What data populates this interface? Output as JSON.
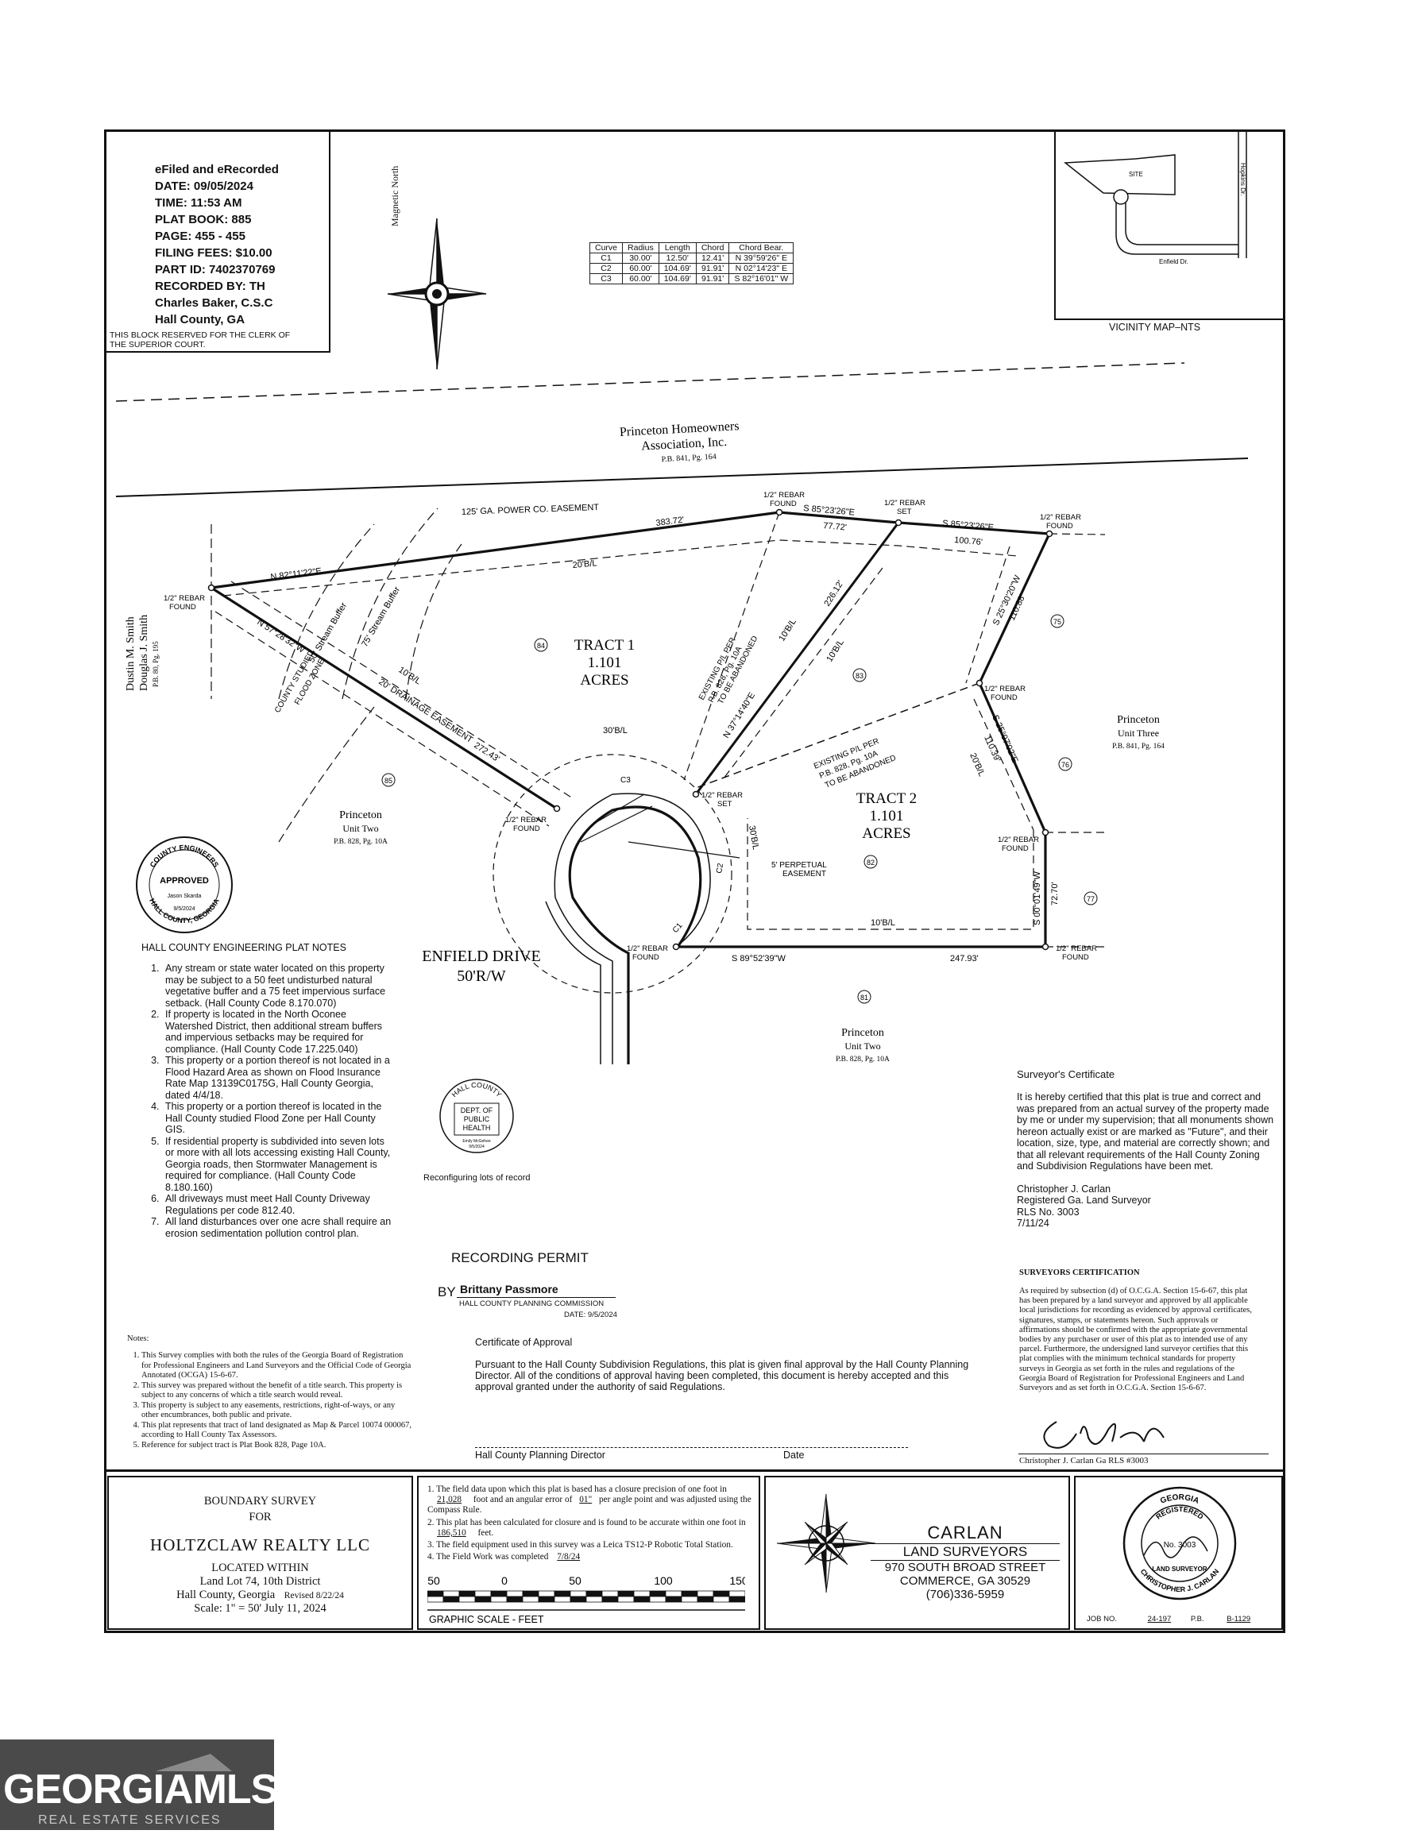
{
  "recording": {
    "lines": [
      "eFiled and eRecorded",
      "DATE: 09/05/2024",
      "TIME: 11:53 AM",
      "PLAT BOOK: 885",
      "PAGE: 455 - 455",
      "FILING FEES: $10.00",
      "PART ID: 7402370769",
      "RECORDED BY: TH",
      "Charles Baker, C.S.C",
      "Hall County, GA"
    ],
    "reserved": "THIS BLOCK RESERVED FOR THE CLERK OF THE SUPERIOR COURT."
  },
  "north_label": "Magnetic North",
  "curve_table": {
    "headers": [
      "Curve",
      "Radius",
      "Length",
      "Chord",
      "Chord Bear."
    ],
    "rows": [
      [
        "C1",
        "30.00'",
        "12.50'",
        "12.41'",
        "N 39°59'26\" E"
      ],
      [
        "C2",
        "60.00'",
        "104.69'",
        "91.91'",
        "N 02°14'23\" E"
      ],
      [
        "C3",
        "60.00'",
        "104.69'",
        "91.91'",
        "S 82°16'01\" W"
      ]
    ]
  },
  "vicinity": {
    "title": "VICINITY MAP–NTS",
    "site": "SITE",
    "road1": "Enfield Dr.",
    "road2": "Hopkins Dr."
  },
  "plat": {
    "hoa": [
      "Princeton Homeowners",
      "Association, Inc.",
      "P.B. 841, Pg. 164"
    ],
    "power_easement": "125' GA. POWER CO. EASEMENT",
    "tract1": [
      "TRACT 1",
      "1.101",
      "ACRES"
    ],
    "tract2": [
      "TRACT 2",
      "1.101",
      "ACRES"
    ],
    "lot_numbers": [
      "84",
      "83",
      "85",
      "82",
      "75",
      "76",
      "77",
      "81"
    ],
    "bearings": {
      "n82": "N 82°11'22\"E",
      "d38372": "383.72'",
      "s85a": "S 85°23'26\"E",
      "d7772": "77.72'",
      "s85b": "S 85°23'26\"E",
      "d10076": "100.76'",
      "s25a": "S 25°30'20\"W",
      "d11088": "110.88'",
      "s25b": "S 25°07'02\"E",
      "d11039": "110.39'",
      "s00": "S 00°01'49\"W",
      "d7270": "72.70'",
      "s89": "S 89°52'39\"W",
      "d24793": "247.93'",
      "n57": "N 57°28'32\"W",
      "d27243": "272.43'",
      "n37": "N 37°14'40\"E",
      "d22612": "226.12'"
    },
    "labels": {
      "rebar_found": [
        "1/2\" REBAR",
        "FOUND"
      ],
      "rebar_set": [
        "1/2\" REBAR",
        "SET"
      ],
      "bl20": "20'B/L",
      "bl10": "10'B/L",
      "bl30": "30'B/L",
      "drainage": "20' DRAINAGE EASEMENT",
      "stream1": "50' Stream Buffer",
      "stream2": "75' Stream Buffer",
      "flood": [
        "COUNTY STUDIED",
        "FLOOD ZONE"
      ],
      "existing1": [
        "EXISTING P/L PER",
        "P.B. 828, Pg. 10A",
        "TO BE ABANDONED"
      ],
      "existing2": [
        "EXISTING P/L PER",
        "P.B. 828, Pg. 10A",
        "TO BE ABANDONED"
      ],
      "perpetual": [
        "5' PERPETUAL",
        "EASEMENT"
      ],
      "smith": [
        "Dustin M. Smith",
        "Douglas J. Smith",
        "P.B. 80, Pg. 195"
      ],
      "princeton_u2_a": [
        "Princeton",
        "Unit Two",
        "P.B. 828, Pg. 10A"
      ],
      "princeton_u2_b": [
        "Princeton",
        "Unit Two",
        "P.B. 828, Pg. 10A"
      ],
      "princeton_u3": [
        "Princeton",
        "Unit Three",
        "P.B. 841, Pg. 164"
      ],
      "enfield": [
        "ENFIELD DRIVE",
        "50'R/W"
      ],
      "c1": "C1",
      "c2": "C2",
      "c3": "C3"
    }
  },
  "stamp_engineers": {
    "ring_top": "COUNTY ENGINEERS",
    "ring_bottom": "HALL COUNTY, GEORGIA",
    "approved": "APPROVED",
    "name": "Jason Skarda",
    "date": "9/5/2024"
  },
  "eng_notes": {
    "title": "HALL COUNTY ENGINEERING PLAT NOTES",
    "items": [
      "Any stream or state water located on this property may be subject to a 50 feet undisturbed natural vegetative buffer and a 75 feet impervious surface setback. (Hall County Code 8.170.070)",
      "If property is located in the North Oconee Watershed District, then additional stream buffers and impervious setbacks may be required for compliance. (Hall County Code 17.225.040)",
      "This property or a portion thereof is not located in a Flood Hazard Area as shown on Flood Insurance Rate Map 13139C0175G, Hall County Georgia, dated 4/4/18.",
      "This property or a portion thereof is located in the Hall County studied Flood Zone per Hall County GIS.",
      "If residential property is subdivided into seven lots or more with all lots accessing existing Hall County, Georgia roads, then Stormwater Management is required for compliance. (Hall County Code 8.180.160)",
      "All driveways must meet Hall County Driveway Regulations per code 812.40.",
      "All land disturbances over one acre shall require an erosion sedimentation pollution control plan."
    ]
  },
  "stamp_health": {
    "ring": "HALL COUNTY",
    "lines": [
      "DEPT. OF",
      "PUBLIC",
      "HEALTH"
    ],
    "name": "Emily McGehee",
    "date": "9/5/2024",
    "note": "Reconfiguring lots of record"
  },
  "surveyor_cert": {
    "title": "Surveyor's Certificate",
    "body": "It is hereby certified that this plat is true and correct and was prepared from an actual survey of the property made by me or under my supervision; that all monuments shown hereon actually exist or are marked as \"Future\", and their location, size, type, and material are correctly shown; and that all relevant requirements of the Hall County Zoning and Subdivision Regulations have been met.",
    "sig": [
      "Christopher J. Carlan",
      "Registered Ga. Land Surveyor",
      "RLS No. 3003",
      "7/11/24"
    ]
  },
  "surveyors_certification": {
    "title": "SURVEYORS CERTIFICATION",
    "body": "As required by subsection (d) of O.C.G.A. Section 15-6-67, this plat has been prepared by a land surveyor and approved by all applicable local jurisdictions for recording as evidenced by approval certificates, signatures, stamps, or statements hereon. Such approvals or affirmations should be confirmed with the appropriate governmental bodies by any purchaser or user of this plat as to intended use of any parcel. Furthermore, the undersigned land surveyor certifies that this plat complies with the minimum technical standards for property surveys in Georgia as set forth in the rules and regulations of the Georgia Board of Registration for Professional Engineers and Land Surveyors and as set forth in O.C.G.A. Section 15-6-67.",
    "sig": "Christopher J. Carlan  Ga RLS #3003"
  },
  "recording_permit": {
    "title": "RECORDING PERMIT",
    "by": "BY",
    "name": "Brittany Passmore",
    "org": "HALL COUNTY PLANNING COMMISSION",
    "date": "DATE: 9/5/2024"
  },
  "cert_approval": {
    "title": "Certificate of Approval",
    "body": "Pursuant to the Hall County Subdivision Regulations, this plat is given final approval by the Hall County Planning Director. All of the conditions of approval having been completed, this document is hereby accepted and this approval granted under the authority of said Regulations.",
    "director": "Hall County Planning Director",
    "date": "Date"
  },
  "general_notes": {
    "title": "Notes:",
    "items": [
      "This Survey complies with both the rules of the Georgia Board of Registration for Professional Engineers and Land Surveyors and the Official Code of Georgia Annotated (OCGA) 15-6-67.",
      "This survey was prepared without the benefit of a title search. This property is subject to any concerns of which a title search would reveal.",
      "This property is subject to any easements, restrictions, right-of-ways, or any other encumbrances, both public and private.",
      "This plat represents that tract of land designated as Map & Parcel 10074 000067, according to Hall County Tax Assessors.",
      "Reference for subject tract is Plat Book 828, Page 10A."
    ]
  },
  "title_block": {
    "l1": "BOUNDARY SURVEY",
    "l2": "FOR",
    "client": "HOLTZCLAW REALTY LLC",
    "l3": "LOCATED WITHIN",
    "l4": "Land Lot 74, 10th District",
    "l5": "Hall County, Georgia",
    "revised": "Revised 8/22/24",
    "scale": "Scale: 1\" = 50'  July 11, 2024"
  },
  "field_notes": {
    "n1a": "The field data upon which this plat is based has a closure precision of one foot in",
    "n1_ft": "21,028",
    "n1b": "foot and an angular error of",
    "n1_err": "01\"",
    "n1c": "per angle point and was adjusted using the Compass Rule.",
    "n2a": "This plat has been calculated for closure and is found to be accurate within one foot in",
    "n2_ft": "186,510",
    "n2b": "feet.",
    "n3": "The field equipment used in this survey was a Leica TS12-P Robotic Total Station.",
    "n4a": "The Field Work was completed",
    "n4_date": "7/8/24",
    "scale_ticks": [
      "50",
      "0",
      "50",
      "100",
      "150"
    ],
    "scale_caption": "GRAPHIC SCALE - FEET"
  },
  "firm": {
    "name": "CARLAN",
    "sub": "LAND SURVEYORS",
    "addr1": "970 SOUTH BROAD STREET",
    "addr2": "COMMERCE, GA 30529",
    "phone": "(706)336-5959",
    "job_label": "JOB NO.",
    "job": "24-197",
    "pb_label": "P.B.",
    "pb": "B-1129"
  },
  "seal": {
    "top": "GEORGIA",
    "reg": "REGISTERED",
    "no": "No. 3003",
    "bottom": "CHRISTOPHER J. CARLAN",
    "ls": "LAND SURVEYOR"
  },
  "watermark": {
    "brand": "GEORGIAMLS",
    "sub": "REAL ESTATE SERVICES"
  }
}
